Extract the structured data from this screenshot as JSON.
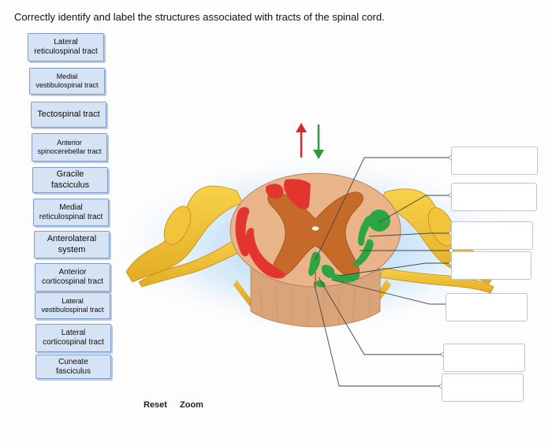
{
  "instruction": "Correctly identify and label the structures associated with tracts of the spinal cord.",
  "labels": [
    "Lateral\nreticulospinal tract",
    "Medial\nvestibulospinal tract",
    "Tectospinal tract",
    "Anterior\nspinocerebellar tract",
    "Gracile fasciculus",
    "Medial\nreticulospinal tract",
    "Anterolateral\nsystem",
    "Anterior\ncorticospinal tract",
    "Lateral\nvestibulospinal tract",
    "Lateral\ncorticospinal tract",
    "Cuneate\nfasciculus"
  ],
  "controls": {
    "reset": "Reset",
    "zoom": "Zoom"
  },
  "colors": {
    "chip_bg": "#d6e3f5",
    "chip_border": "#7d9ccc",
    "ascending_arrow": "#d8262a",
    "descending_arrow": "#2f9a3c",
    "ascending_tract": "#e2352e",
    "descending_tract": "#2ea543"
  },
  "icons": [
    "ascending-arrow-icon",
    "descending-arrow-icon"
  ]
}
